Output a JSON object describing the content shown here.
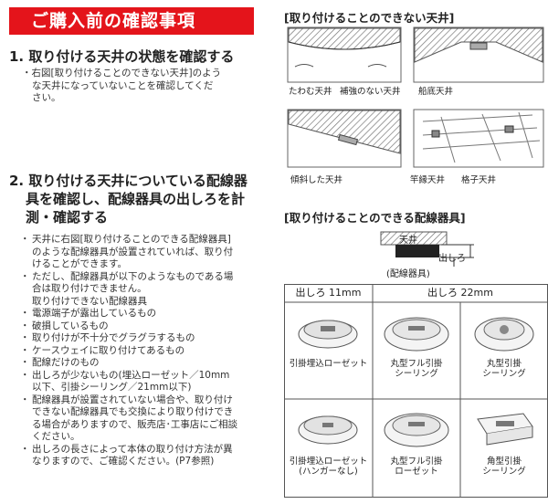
{
  "header": {
    "title": "ご購入前の確認事項"
  },
  "section1": {
    "title": "1. 取り付ける天井の状態を確認する",
    "lines": [
      "・右図[取り付けることのできない天井]のよう",
      "な天井になっていないことを確認してくだ",
      "さい。"
    ]
  },
  "section2": {
    "title_lines": [
      "2. 取り付ける天井についている配線器",
      "具を確認し、配線器具の出しろを計",
      "測・確認する"
    ],
    "para1": [
      "天井に右図[取り付けることのできる配線器具]",
      "のような配線器具が設置されていれば、取り付",
      "けることができます。"
    ],
    "para2": [
      "ただし、配線器具が以下のようなものである場",
      "合は取り付けできません。",
      "取り付けできない配線器具"
    ],
    "subitems": [
      "電源端子が露出しているもの",
      "破損しているもの",
      "取り付けが不十分でグラグラするもの",
      "ケースウェイに取り付けてあるもの",
      "配線だけのもの",
      "出しろが少ないもの(埋込ローゼット／10mm",
      "以下、引掛シーリング／21mm以下)"
    ],
    "para3": [
      "配線器具が設置されていない場合や、取り付け",
      "できない配線器具でも交換により取り付けでき",
      "る場合がありますので、販売店･工事店にご相談",
      "ください。"
    ],
    "para4": [
      "出しろの長さによって本体の取り付け方法が異",
      "なりますので、ご確認ください。(P7参照)"
    ]
  },
  "right": {
    "ng_heading": "[取り付けることのできない天井]",
    "ng_captions": {
      "sag": "たわむ天井",
      "noreinforce": "補強のない天井",
      "funazoko": "船底天井",
      "slope": "傾斜した天井",
      "sao": "竿縁天井",
      "koshi": "格子天井"
    },
    "ok_heading": "[取り付けることのできる配線器具]",
    "diagram": {
      "ceiling": "天井",
      "dashiro": "出しろ",
      "fixture": "(配線器具)"
    },
    "table": {
      "head_left": "出しろ 11mm",
      "head_right": "出しろ 22mm",
      "cells": [
        {
          "lines": [
            "引掛埋込ローゼット"
          ]
        },
        {
          "lines": [
            "丸型フル引掛",
            "シーリング"
          ]
        },
        {
          "lines": [
            "丸型引掛",
            "シーリング"
          ]
        },
        {
          "lines": [
            "引掛埋込ローゼット",
            "(ハンガーなし)"
          ]
        },
        {
          "lines": [
            "丸型フル引掛",
            "ローゼット"
          ]
        },
        {
          "lines": [
            "角型引掛",
            "シーリング"
          ]
        }
      ]
    }
  }
}
